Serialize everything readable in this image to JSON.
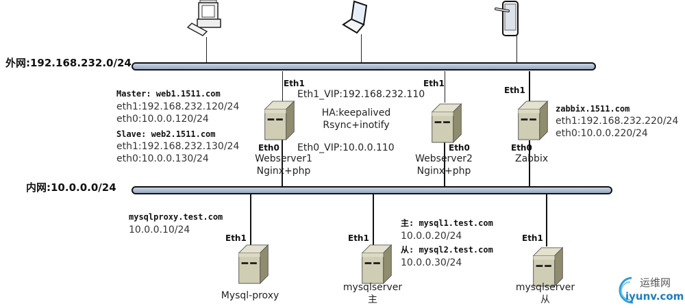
{
  "networks": {
    "external": {
      "label": "外网:192.168.232.0/24"
    },
    "internal": {
      "label": "内网:10.0.0.0/24"
    }
  },
  "clients": [
    {
      "name": "desktop-pc",
      "icon": "desktop-computer-icon"
    },
    {
      "name": "laptop",
      "icon": "laptop-icon"
    },
    {
      "name": "tablet",
      "icon": "tablet-icon"
    }
  ],
  "web_cluster": {
    "master_title": "Master: web1.1511.com",
    "master_eth1": "eth1:192.168.232.120/24",
    "master_eth0": "eth0:10.0.0.120/24",
    "slave_title": "Slave: web2.1511.com",
    "slave_eth1": "eth1:192.168.232.130/24",
    "slave_eth0": "eth0:10.0.0.130/24",
    "eth1_vip": "Eth1_VIP:192.168.232.110",
    "ha": "HA:keepalived",
    "sync": "Rsync+inotify",
    "eth0_vip": "Eth0_VIP:10.0.0.110"
  },
  "servers": {
    "web1": {
      "eth_top": "Eth1",
      "eth_bottom": "Eth0",
      "name": "Webserver1",
      "role": "Nginx+php"
    },
    "web2": {
      "eth_top": "Eth1",
      "eth_bottom": "Eth0",
      "name": "Webserver2",
      "role": "Nginx+php"
    },
    "zabbix": {
      "eth_top": "Eth1",
      "eth_bottom": "Eth0",
      "name": "Zabbix",
      "host": "zabbix.1511.com",
      "eth1": "eth1:192.168.232.220/24",
      "eth0": "eth0:10.0.0.220/24"
    },
    "proxy": {
      "eth_top": "Eth1",
      "name": "Mysql-proxy",
      "host": "mysqlproxy.test.com",
      "ip": "10.0.0.10/24"
    },
    "mysql_master": {
      "eth_top": "Eth1",
      "name": "mysqlserver",
      "role": "主"
    },
    "mysql_slave": {
      "eth_top": "Eth1",
      "name": "mysqlserver",
      "role": "从"
    }
  },
  "mysql_info": {
    "master_host": "主: mysql1.test.com",
    "master_ip": "10.0.0.20/24",
    "slave_host": "从: mysql2.test.com",
    "slave_ip": "10.0.0.30/24"
  },
  "watermark": {
    "cn": "运维网",
    "site": "iyunv.com"
  }
}
